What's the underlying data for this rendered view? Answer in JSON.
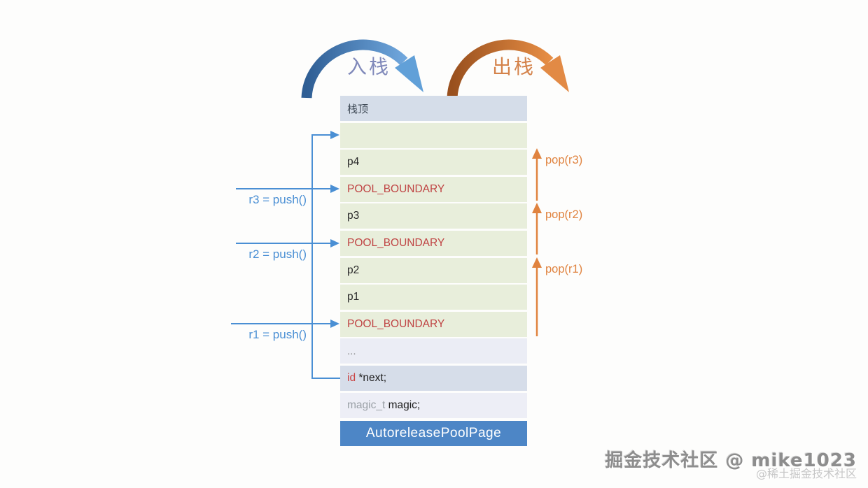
{
  "arcs": {
    "push_label": "入栈",
    "pop_label": "出栈"
  },
  "stack": {
    "header": "栈顶",
    "rows": [
      {
        "text": ""
      },
      {
        "text": "p4"
      },
      {
        "text": "POOL_BOUNDARY"
      },
      {
        "text": "p3"
      },
      {
        "text": "POOL_BOUNDARY"
      },
      {
        "text": "p2"
      },
      {
        "text": "p1"
      },
      {
        "text": "POOL_BOUNDARY"
      },
      {
        "text": "..."
      },
      {
        "prefix": "id",
        "suffix": " *next;"
      },
      {
        "prefix": "magic_t",
        "suffix": " magic;"
      }
    ],
    "footer": "AutoreleasePoolPage"
  },
  "push": {
    "labels": [
      "r3 = push()",
      "r2 = push()",
      "r1 = push()"
    ]
  },
  "pop": {
    "labels": [
      "pop(r3)",
      "pop(r2)",
      "pop(r1)"
    ]
  },
  "watermark": {
    "line1": "掘金技术社区 @ mike1023",
    "line2": "@稀土掘金技术社区"
  },
  "colors": {
    "push_blue": "#4a8fd4",
    "pop_orange": "#e0833f",
    "boundary_red": "#bf4343",
    "footer_blue": "#4d86c6",
    "header_bg": "#d5dde9",
    "item_bg": "#e8eedb",
    "field_bg": "#edeef6",
    "arc_blue_dark": "#2f5e94",
    "arc_blue_light": "#6fa6dc",
    "arc_orange_dark": "#99501e",
    "arc_orange_light": "#e68d44"
  }
}
